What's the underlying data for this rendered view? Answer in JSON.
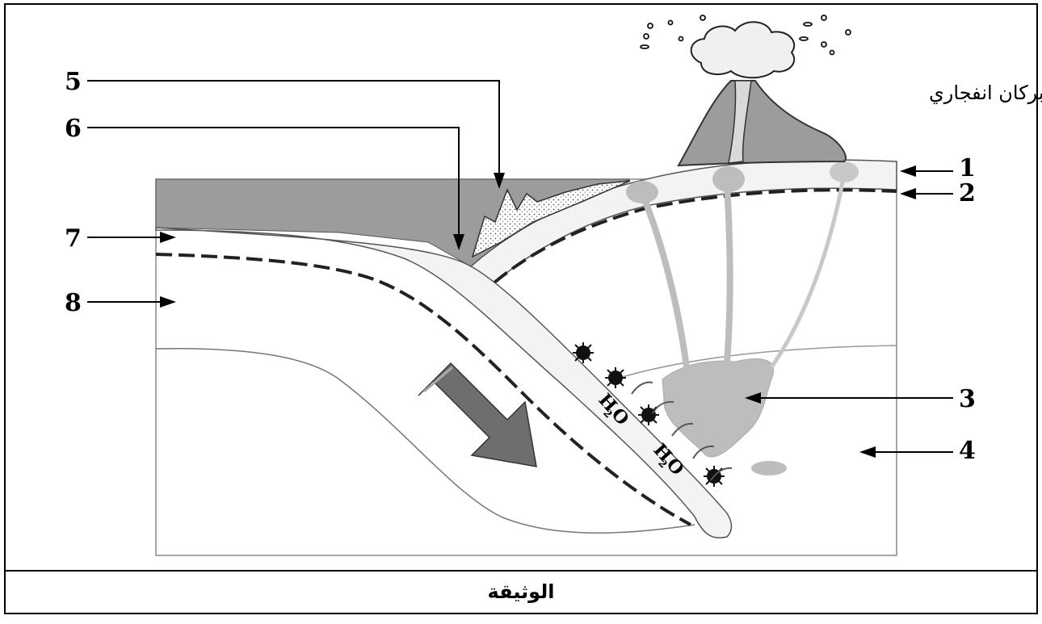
{
  "caption": "الوثيقة",
  "volcano_label": "بركان انفجاري",
  "labels": {
    "n1": "1",
    "n2": "2",
    "n3": "3",
    "n4": "4",
    "n5": "5",
    "n6": "6",
    "n7": "7",
    "n8": "8"
  },
  "water": {
    "h": "H",
    "sub": "2",
    "o": "O"
  },
  "colors": {
    "sediment_gray": "#9c9c9c",
    "magma_gray": "#bdbdbd",
    "plate_fill": "#f3f3f3",
    "arrow_gray": "#6e6e6e"
  }
}
